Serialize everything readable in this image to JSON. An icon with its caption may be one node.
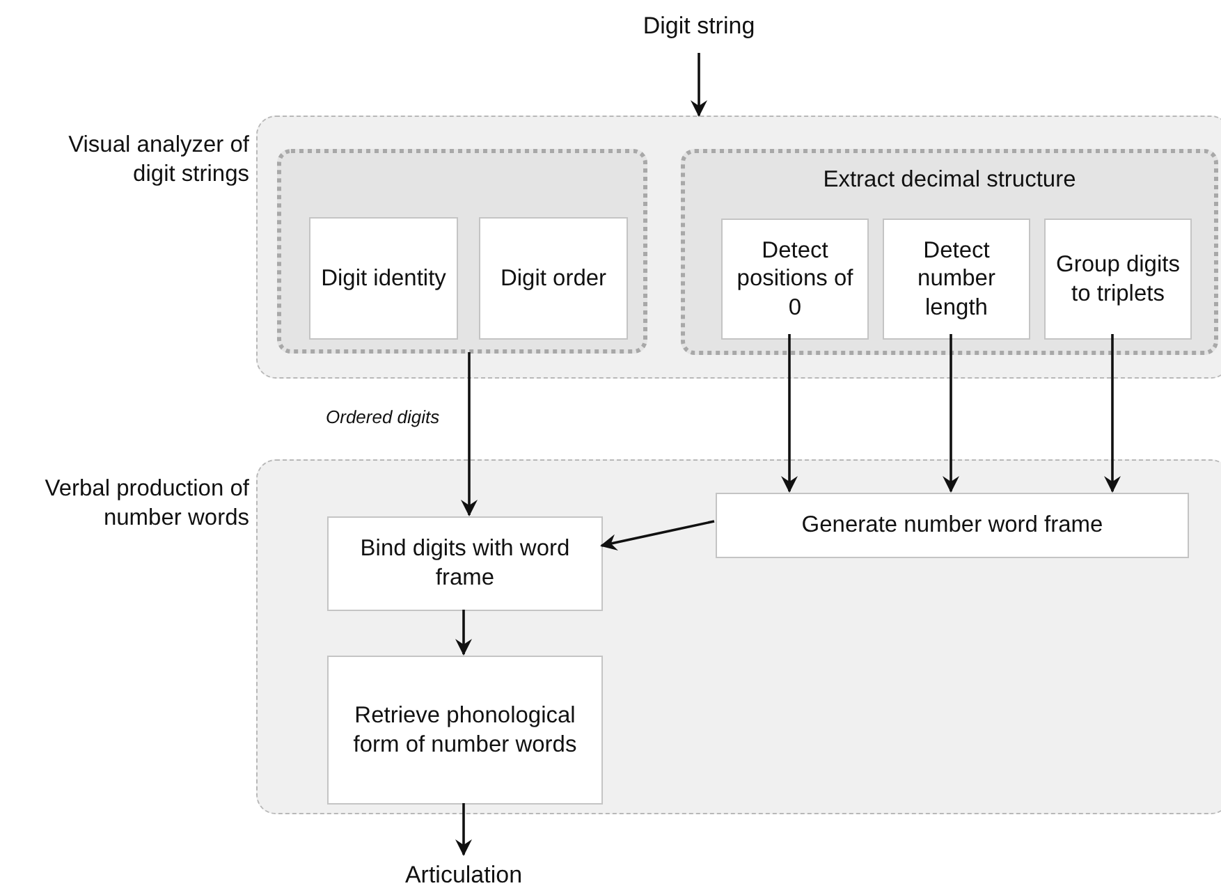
{
  "diagram": {
    "nodes": [
      {
        "text": [
          "Digit string"
        ]
      },
      {
        "text": [
          "Visual analyzer of digit strings"
        ]
      },
      {
        "text": [],
        "shape": "box",
        "in": 1
      },
      {
        "text": [
          "Digit identity"
        ],
        "in": 2
      },
      {
        "text": [
          "Digit order"
        ],
        "in": 2
      },
      {
        "text": [
          "Extract decimal structure"
        ],
        "in": 1
      },
      {
        "text": [
          "Detect positions of 0"
        ],
        "in": 5
      },
      {
        "text": [
          "Detect number length"
        ],
        "in": 5
      },
      {
        "text": [
          "Group digits to triplets"
        ],
        "in": 5
      },
      {
        "text": [
          "Verbal production of number words"
        ]
      },
      {
        "text": [
          "Bind digits with word frame"
        ],
        "in": 9
      },
      {
        "text": [
          "Generate number word frame"
        ],
        "in": 9
      },
      {
        "text": [
          "Retrieve phonological form of number words"
        ],
        "in": 9
      },
      {
        "text": [
          "Articulation"
        ]
      }
    ],
    "edges": [
      {
        "from": 0,
        "to": 1,
        "arrow": "to"
      },
      {
        "from": 2,
        "to": 10,
        "arrow": "to",
        "label": "Ordered digits"
      },
      {
        "from": 6,
        "to": 11,
        "arrow": "to"
      },
      {
        "from": 7,
        "to": 11,
        "arrow": "to"
      },
      {
        "from": 8,
        "to": 11,
        "arrow": "to"
      },
      {
        "from": 11,
        "to": 10,
        "arrow": "to"
      },
      {
        "from": 10,
        "to": 12,
        "arrow": "to"
      },
      {
        "from": 12,
        "to": 13,
        "arrow": "to"
      }
    ]
  }
}
